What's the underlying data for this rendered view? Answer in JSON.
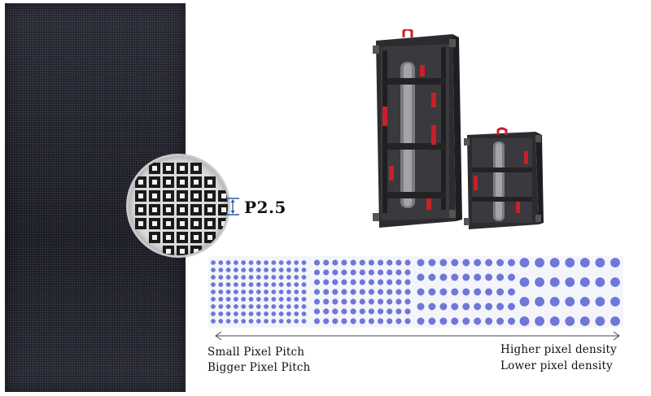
{
  "pitch_marker": {
    "label": "P2.5"
  },
  "density_scale": {
    "left_captions": [
      "Small Pixel Pitch",
      "Bigger Pixel Pitch"
    ],
    "right_captions": [
      "Higher pixel density",
      "Lower pixel density"
    ],
    "groups": [
      {
        "columns": 13,
        "rows": 9
      },
      {
        "columns": 11,
        "rows": 7
      },
      {
        "columns": 9,
        "rows": 5
      },
      {
        "columns": 7,
        "rows": 4
      }
    ]
  },
  "colors": {
    "led_dot": "#6f77d8",
    "panel_bg": "#1a1b24",
    "cabinet_frame": "#2b2b2e",
    "cabinet_accent": "#c8202a"
  }
}
